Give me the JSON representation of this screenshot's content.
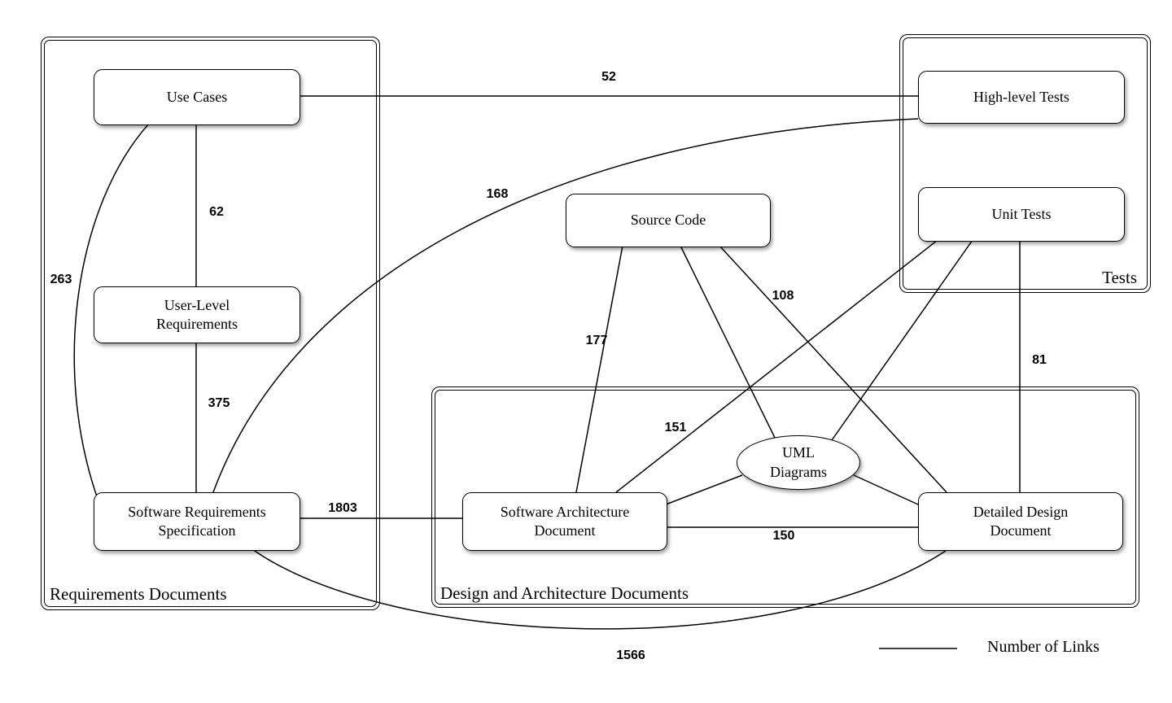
{
  "title": "Artifact traceability diagram",
  "groups": {
    "requirements": {
      "label": "Requirements Documents"
    },
    "tests": {
      "label": "Tests"
    },
    "design": {
      "label": "Design and Architecture Documents"
    }
  },
  "nodes": {
    "use_cases": {
      "label": "Use Cases"
    },
    "user_level_requirements": {
      "line1": "User-Level",
      "line2": "Requirements"
    },
    "srs": {
      "line1": "Software Requirements",
      "line2": "Specification"
    },
    "high_level_tests": {
      "label": "High-level Tests"
    },
    "unit_tests": {
      "label": "Unit Tests"
    },
    "source_code": {
      "label": "Source Code"
    },
    "sad": {
      "line1": "Software Architecture",
      "line2": "Document"
    },
    "uml": {
      "line1": "UML",
      "line2": "Diagrams"
    },
    "ddd": {
      "line1": "Detailed Design",
      "line2": "Document"
    }
  },
  "edges": [
    {
      "from": "Use Cases",
      "to": "High-level Tests",
      "links": "52"
    },
    {
      "from": "Use Cases",
      "to": "User-Level Requirements",
      "links": "62"
    },
    {
      "from": "Use Cases",
      "to": "Software Requirements Specification",
      "links": "263"
    },
    {
      "from": "User-Level Requirements",
      "to": "Software Requirements Specification",
      "links": "375"
    },
    {
      "from": "Software Requirements Specification",
      "to": "High-level Tests",
      "links": "168"
    },
    {
      "from": "Software Requirements Specification",
      "to": "Software Architecture Document",
      "links": "1803"
    },
    {
      "from": "Software Requirements Specification",
      "to": "Detailed Design Document",
      "links": "1566"
    },
    {
      "from": "Source Code",
      "to": "Software Architecture Document",
      "links": "177"
    },
    {
      "from": "Source Code",
      "to": "UML Diagrams",
      "links": null
    },
    {
      "from": "Source Code",
      "to": "Detailed Design Document",
      "links": "108"
    },
    {
      "from": "Unit Tests",
      "to": "Software Architecture Document",
      "links": "151"
    },
    {
      "from": "Unit Tests",
      "to": "UML Diagrams",
      "links": null
    },
    {
      "from": "Unit Tests",
      "to": "Detailed Design Document",
      "links": "81"
    },
    {
      "from": "Software Architecture Document",
      "to": "Detailed Design Document",
      "links": "150"
    },
    {
      "from": "Software Architecture Document",
      "to": "UML Diagrams",
      "links": null
    },
    {
      "from": "UML Diagrams",
      "to": "Detailed Design Document",
      "links": null
    }
  ],
  "legend": {
    "label": "Number of Links"
  }
}
